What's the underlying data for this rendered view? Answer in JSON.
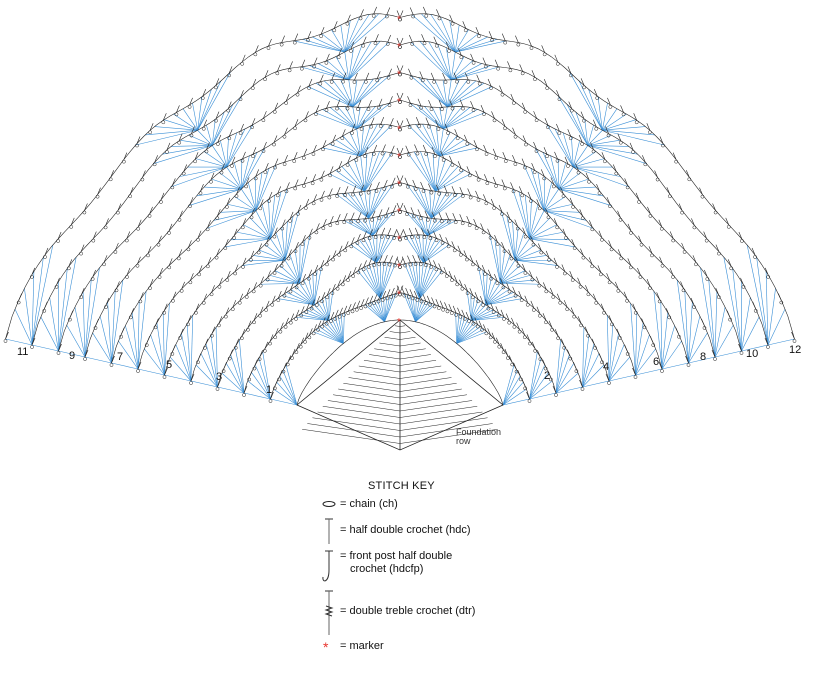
{
  "row_labels": [
    "11",
    "9",
    "7",
    "5",
    "3",
    "1",
    "2",
    "4",
    "6",
    "8",
    "10",
    "12"
  ],
  "foundation_label": [
    "Foundation",
    "row"
  ],
  "stitch_key": {
    "title": "STITCH KEY",
    "items": [
      {
        "icon": "chain-icon",
        "text": "= chain (ch)"
      },
      {
        "icon": "half-double-crochet-icon",
        "text": "= half double crochet (hdc)"
      },
      {
        "icon": "front-post-hdc-icon",
        "text": "= front post half double",
        "text2": "crochet (hdcfp)"
      },
      {
        "icon": "double-treble-crochet-icon",
        "text": "= double treble crochet (dtr)"
      },
      {
        "icon": "marker-icon",
        "text": "= marker"
      }
    ]
  },
  "colors": {
    "stitch_black": "#222222",
    "dtr_blue": "#3a8fd6",
    "marker_red": "#e8352e"
  }
}
